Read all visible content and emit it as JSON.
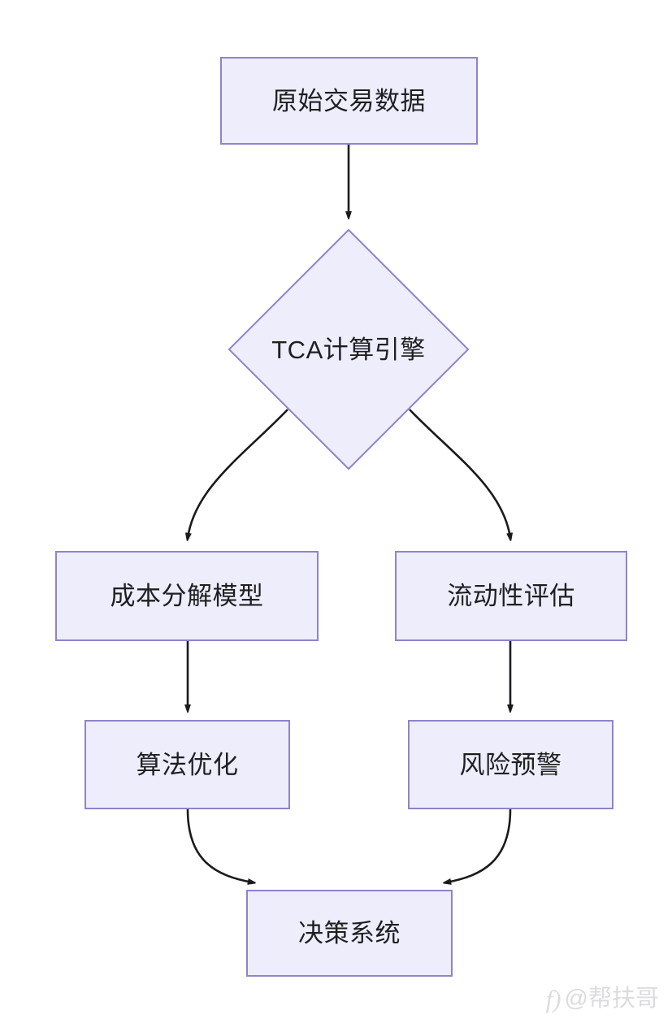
{
  "diagram": {
    "type": "flowchart",
    "direction": "top-to-bottom",
    "background_color": "#ffffff",
    "node_fill_color": "#ededfc",
    "node_border_color": "#9083c9",
    "node_text_color": "#1f1f22",
    "edge_color": "#1b1b1d",
    "nodes": [
      {
        "id": "raw-transaction-data",
        "label": "原始交易数据",
        "shape": "rectangle"
      },
      {
        "id": "tca-calculation-engine",
        "label": "TCA计算引擎",
        "shape": "diamond"
      },
      {
        "id": "cost-decomposition-model",
        "label": "成本分解模型",
        "shape": "rectangle"
      },
      {
        "id": "liquidity-assessment",
        "label": "流动性评估",
        "shape": "rectangle"
      },
      {
        "id": "algorithm-optimization",
        "label": "算法优化",
        "shape": "rectangle"
      },
      {
        "id": "risk-warning",
        "label": "风险预警",
        "shape": "rectangle"
      },
      {
        "id": "decision-system",
        "label": "决策系统",
        "shape": "rectangle"
      }
    ],
    "edges": [
      {
        "from": "raw-transaction-data",
        "to": "tca-calculation-engine",
        "style": "straight",
        "arrow": "end"
      },
      {
        "from": "tca-calculation-engine",
        "to": "cost-decomposition-model",
        "style": "curved",
        "arrow": "end"
      },
      {
        "from": "tca-calculation-engine",
        "to": "liquidity-assessment",
        "style": "curved",
        "arrow": "end"
      },
      {
        "from": "cost-decomposition-model",
        "to": "algorithm-optimization",
        "style": "straight",
        "arrow": "end"
      },
      {
        "from": "liquidity-assessment",
        "to": "risk-warning",
        "style": "straight",
        "arrow": "end"
      },
      {
        "from": "algorithm-optimization",
        "to": "decision-system",
        "style": "curved",
        "arrow": "end"
      },
      {
        "from": "risk-warning",
        "to": "decision-system",
        "style": "curved",
        "arrow": "end"
      }
    ]
  },
  "watermark": {
    "mark": "f)",
    "text": "@帮扶哥"
  }
}
